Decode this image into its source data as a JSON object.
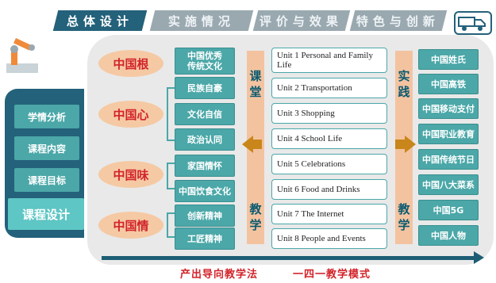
{
  "nav": {
    "tabs": [
      {
        "label": "总体设计"
      },
      {
        "label": "实施情况"
      },
      {
        "label": "评价与效果"
      },
      {
        "label": "特色与创新"
      }
    ]
  },
  "sidebar": {
    "items": [
      {
        "label": "学情分析"
      },
      {
        "label": "课程内容"
      },
      {
        "label": "课程目标"
      },
      {
        "label": "课程设计"
      }
    ]
  },
  "roots": [
    {
      "label": "中国根"
    },
    {
      "label": "中国心"
    },
    {
      "label": "中国味"
    },
    {
      "label": "中国情"
    }
  ],
  "values": [
    {
      "label": "中国优秀\n传统文化"
    },
    {
      "label": "民族自豪"
    },
    {
      "label": "文化自信"
    },
    {
      "label": "政治认同"
    },
    {
      "label": "家国情怀"
    },
    {
      "label": "中国饮食文化"
    },
    {
      "label": "创新精神"
    },
    {
      "label": "工匠精神"
    }
  ],
  "banners": {
    "left_top": [
      "课",
      "堂"
    ],
    "left_bottom": [
      "教",
      "学"
    ],
    "right_top": [
      "实",
      "践"
    ],
    "right_bottom": [
      "教",
      "学"
    ]
  },
  "units": [
    {
      "label": "Unit 1 Personal and Family Life"
    },
    {
      "label": "Unit 2 Transportation"
    },
    {
      "label": "Unit 3 Shopping"
    },
    {
      "label": "Unit 4 School Life"
    },
    {
      "label": "Unit 5 Celebrations"
    },
    {
      "label": "Unit 6 Food and Drinks"
    },
    {
      "label": "Unit 7 The Internet"
    },
    {
      "label": "Unit 8 People and Events"
    }
  ],
  "practice": [
    {
      "label": "中国姓氏"
    },
    {
      "label": "中国高铁"
    },
    {
      "label": "中国移动支付"
    },
    {
      "label": "中国职业教育"
    },
    {
      "label": "中国传统节日"
    },
    {
      "label": "中国八大菜系"
    },
    {
      "label": "中国5G"
    },
    {
      "label": "中国人物"
    }
  ],
  "footer": {
    "left": "产出导向教学法",
    "right": "一四一教学模式"
  },
  "colors": {
    "primary": "#24617a",
    "teal": "#4ba7a8",
    "accent_red": "#d2232a",
    "peach": "#f5c9a3",
    "arrow_gold": "#c9861a"
  }
}
